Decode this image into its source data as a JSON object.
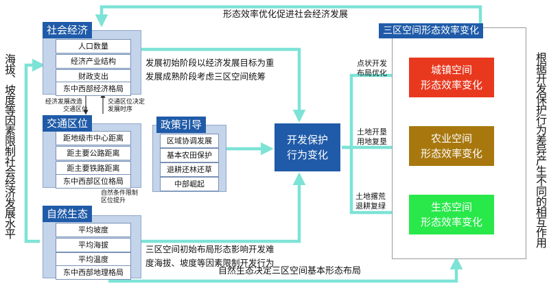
{
  "top_label": "形态效率优化促进社会经济发展",
  "bottom_label": "自然生态决定三区空间基本形态布局",
  "left_vertical": "海拔、坡度等因素限制社会经济发展水平",
  "right_vertical": "根据开发保护行为差异产生不同的相互作用",
  "social_economy": {
    "title": "社会经济",
    "items": [
      "人口数量",
      "经济产业结构",
      "财政支出",
      "东中西部经济格局"
    ]
  },
  "transport": {
    "title": "交通区位",
    "items": [
      "距地级市中心距离",
      "距主要公路距离",
      "距主要铁路距离",
      "东中西部区位格局"
    ]
  },
  "nature": {
    "title": "自然生态",
    "items": [
      "平均坡度",
      "平均海拔",
      "平均温度",
      "东中西部地理格局"
    ]
  },
  "policy": {
    "title": "政策引导",
    "items": [
      "区域协调发展",
      "基本农田保护",
      "退耕还林还草",
      "中部崛起"
    ]
  },
  "note_econ_to_transport": [
    "经济发展改造",
    "交通区位"
  ],
  "note_transport_to_econ": [
    "交通区位决定",
    "发展时序"
  ],
  "note_nature_to_transport": [
    "自然条件限制",
    "区位提升"
  ],
  "desc_top": [
    "发展初始阶段以经济发展目标为重",
    "发展成熟阶段考虑三区空间统筹"
  ],
  "desc_bottom": [
    "三区空间初始布局形态影响开发难",
    "度海拔、坡度等因素限制开发行为"
  ],
  "center_box": [
    "开发保护",
    "行为变化"
  ],
  "branch_labels": {
    "urban": [
      "点状开发",
      "布局优化"
    ],
    "agri": [
      "土地开垦",
      "用地复垦"
    ],
    "eco": [
      "土地撂荒",
      "退耕复绿"
    ]
  },
  "effects": {
    "title": "三区空间形态效率变化",
    "urban": [
      "城镇空间",
      "形态效率变化"
    ],
    "agri": [
      "农业空间",
      "形态效率变化"
    ],
    "eco": [
      "生态空间",
      "形态效率变化"
    ]
  },
  "colors": {
    "cyan_arrow": "#7de3d6",
    "blue": "#1f5ba8",
    "box_fill": "#c4d4ea",
    "urban": "#e8391f",
    "agri": "#a8780f",
    "eco": "#28e84a"
  }
}
